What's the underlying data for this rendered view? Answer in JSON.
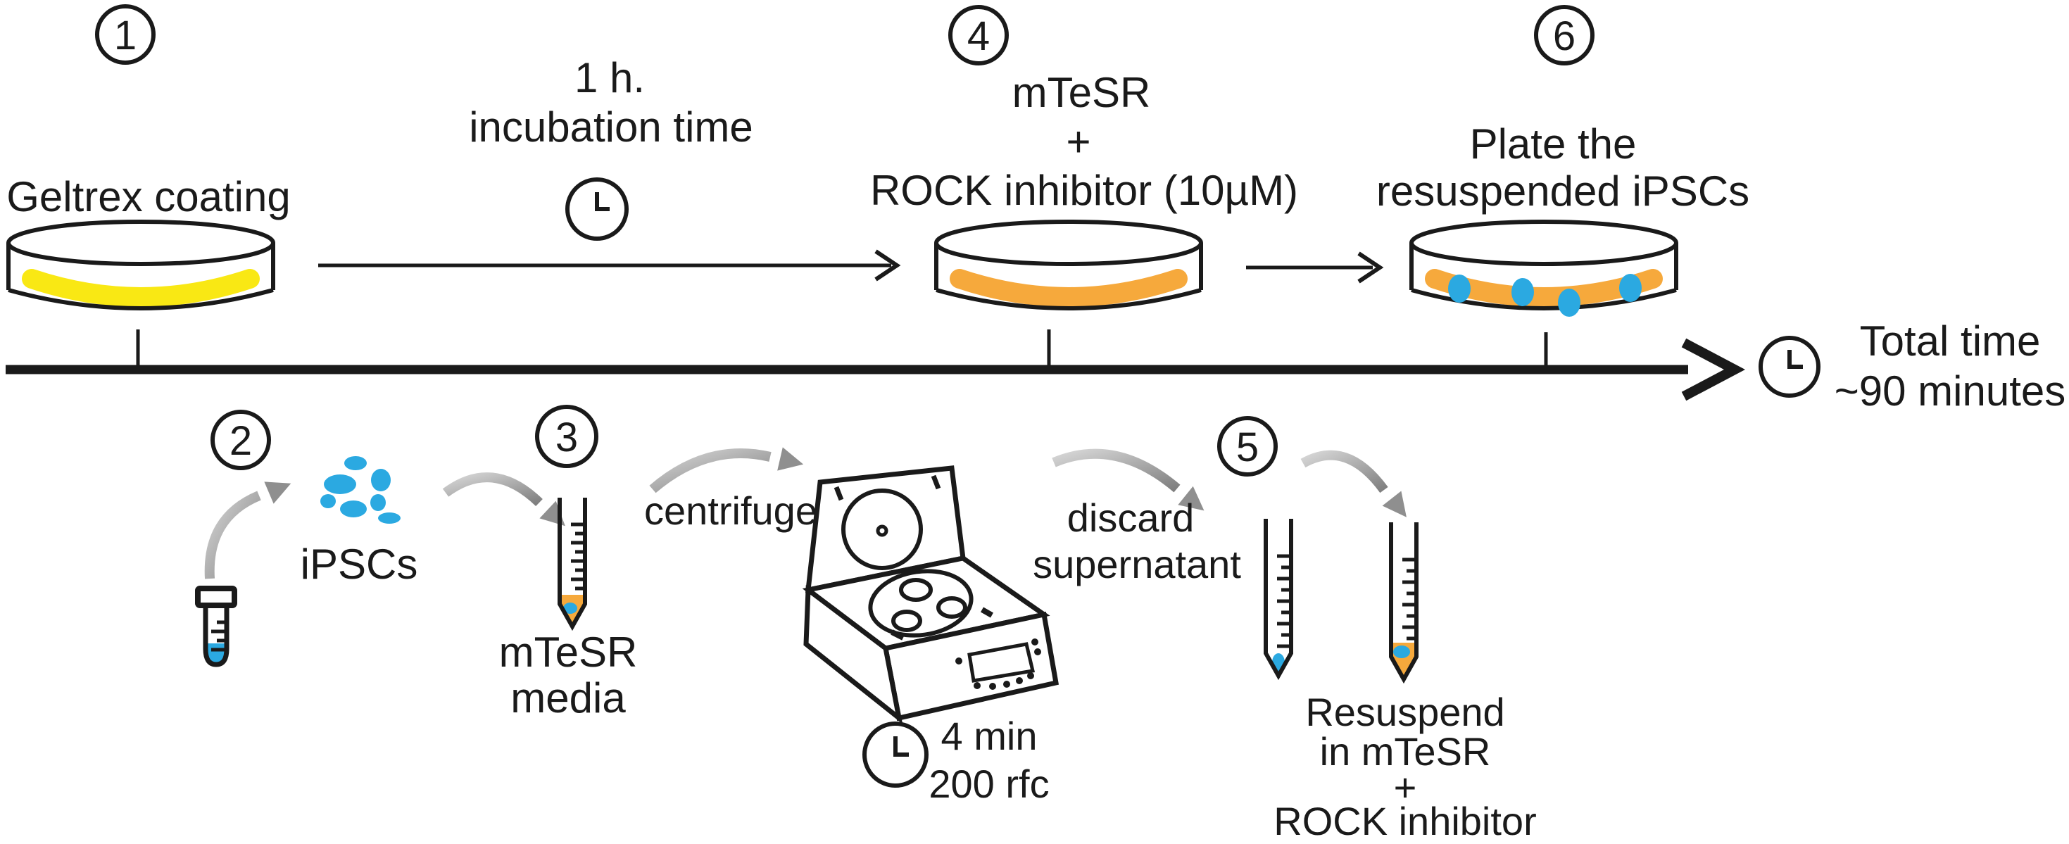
{
  "steps": {
    "step1": {
      "number": "1",
      "label": "Geltrex coating"
    },
    "step2": {
      "number": "2",
      "label": "iPSCs"
    },
    "step3": {
      "number": "3",
      "label_line1": "mTeSR",
      "label_line2": "media"
    },
    "step4": {
      "number": "4",
      "label_line1": "mTeSR",
      "label_line2": "+",
      "label_line3": "ROCK inhibitor (10µM)"
    },
    "step5": {
      "number": "5",
      "arrow_label_line1": "discard",
      "arrow_label_line2": "supernatant",
      "label_line1": "Resuspend",
      "label_line2": "in mTeSR",
      "label_line3": "+",
      "label_line4": "ROCK inhibitor"
    },
    "step6": {
      "number": "6",
      "label_line1": "Plate the",
      "label_line2": "resuspended iPSCs"
    }
  },
  "incubation": {
    "line1": "1 h.",
    "line2": "incubation time"
  },
  "centrifuge": {
    "label": "centrifuge",
    "time": "4 min",
    "speed": "200 rfc"
  },
  "total_time": {
    "line1": "Total time",
    "line2": "~90 minutes"
  },
  "icons": {
    "clock": "analog-clock"
  },
  "colors": {
    "yellow": "#F9E814",
    "orange": "#F6A93C",
    "blue": "#2BA9E1",
    "gray_arrow": "#9A9A9A",
    "line": "#1A1A1A"
  }
}
